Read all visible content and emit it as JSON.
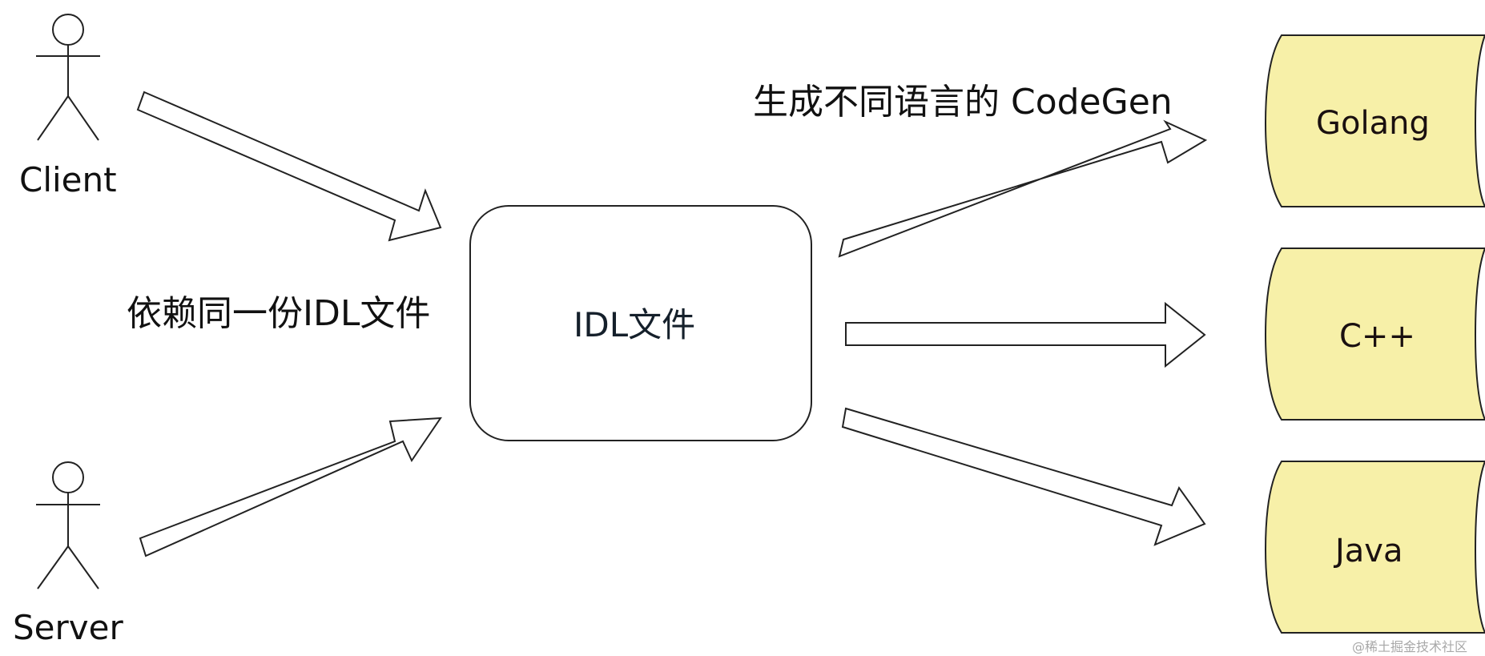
{
  "actors": {
    "client_label": "Client",
    "server_label": "Server"
  },
  "left_label": "依赖同一份IDL文件",
  "center_box": {
    "label": "IDL文件"
  },
  "right_label": "生成不同语言的 CodeGen",
  "languages": [
    "Golang",
    "C++",
    "Java"
  ],
  "watermark": "@稀土掘金技术社区",
  "colors": {
    "stroke": "#222222",
    "lang_fill": "#f7f0a8",
    "box_fill": "#ffffff"
  }
}
